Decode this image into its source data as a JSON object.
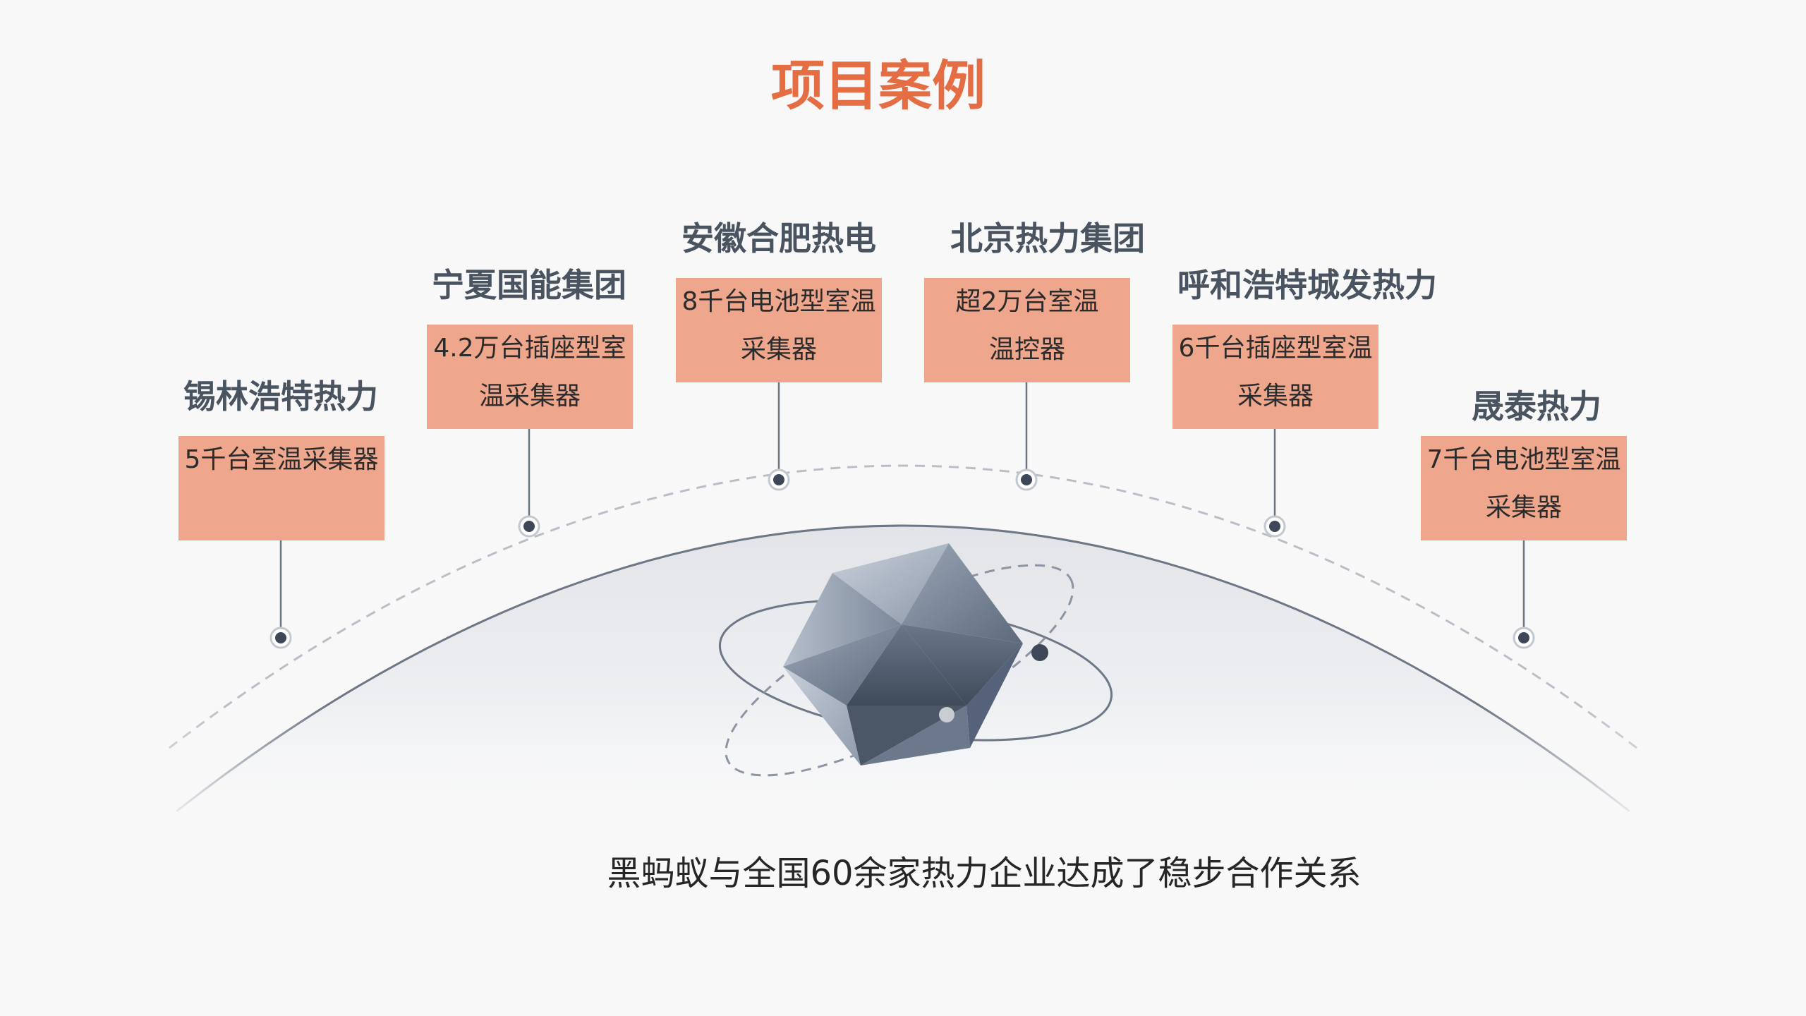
{
  "title": "项目案例",
  "colors": {
    "title": "#e46d43",
    "box": "#eea68d",
    "connector": "#6b7480",
    "dot": "#3d4757",
    "globe_stroke": "#6e7785",
    "dashed_arc": "#b9bec7"
  },
  "cards": [
    {
      "name": "锡林浩特热力",
      "lines": [
        "5千台室温采集器"
      ]
    },
    {
      "name": "宁夏国能集团",
      "lines": [
        "4.2万台插座型室",
        "温采集器"
      ]
    },
    {
      "name": "安徽合肥热电",
      "lines": [
        "8千台电池型室温",
        "采集器"
      ]
    },
    {
      "name": "北京热力集团",
      "lines": [
        "超2万台室温",
        "温控器"
      ]
    },
    {
      "name": "呼和浩特城发热力",
      "lines": [
        "6千台插座型室温",
        "采集器"
      ]
    },
    {
      "name": "晟泰热力",
      "lines": [
        "7千台电池型室温",
        "采集器"
      ]
    }
  ],
  "footer": "黑蚂蚁与全国60余家热力企业达成了稳步合作关系",
  "icons": {
    "centerpiece": "icosahedron-orbit-icon"
  }
}
